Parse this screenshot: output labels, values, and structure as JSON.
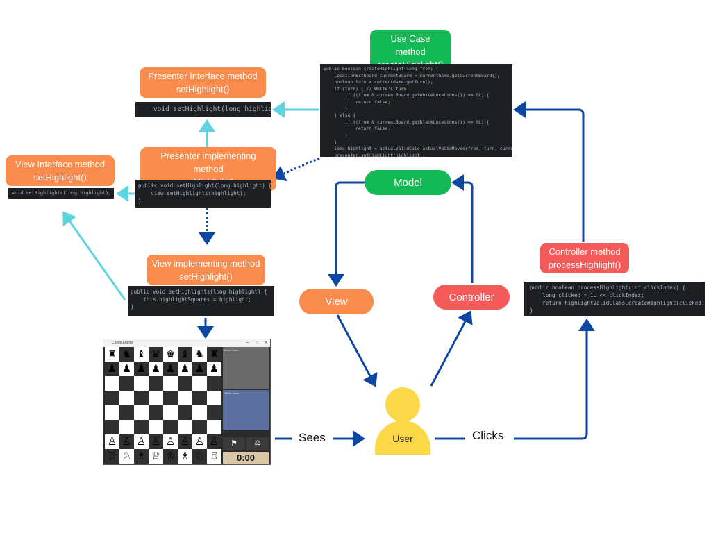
{
  "labels": {
    "use_case": [
      "Use Case method",
      "createHighlight()"
    ],
    "presenter_interface": [
      "Presenter Interface method",
      "setHighlight()"
    ],
    "presenter_impl": [
      "Presenter implementing method",
      "setHighlight()"
    ],
    "view_interface": [
      "View Interface method",
      "setHighlight()"
    ],
    "view_impl": [
      "View implementing method",
      "setHighlight()"
    ],
    "controller_method": [
      "Controller method",
      "processHighlight()"
    ]
  },
  "nodes": {
    "model": "Model",
    "view": "View",
    "controller": "Controller",
    "user": "User"
  },
  "edges": {
    "sees": "Sees",
    "clicks": "Clicks"
  },
  "code": {
    "use_case": "public boolean createHighlight(long from) {\n    LocationBitboard currentBoard = currentGame.getCurrentBoard();\n    boolean turn = currentGame.getTurn();\n    if (turn) { // White's turn\n        if ((from & currentBoard.getWhiteLocations()) == 0L) {\n            return false;\n        }\n    } else {\n        if ((from & currentBoard.getBlackLocations()) == 0L) {\n            return false;\n        }\n    }\n    long highlight = actualValidCalc.actualValidMoves(from, turn, currentBoard);\n    presenter.setHighlight(highlight);",
    "presenter_interface": "    void setHighlight(long highlight);",
    "presenter_impl": "public void setHighlight(long highlight) {\n    view.setHighlights(highlight);\n}",
    "view_interface": "void setHighlights(long highlight);",
    "view_impl": "public void setHighlights(long highlight) {\n    this.highlightSquares = highlight;\n}",
    "controller": "public boolean processHighlight(int clickIndex) {\n    long clicked = 1L << clickIndex;\n    return highlightValidClass.createHighlight(clicked);\n}"
  },
  "chess_window": {
    "title": "Chess Engine",
    "black_team": "Black Team",
    "white_team": "White Team",
    "timer": "0:00",
    "controls": [
      "—",
      "□",
      "✕"
    ]
  },
  "colors": {
    "orange": "#f98b4d",
    "green": "#12b954",
    "red": "#f45a5a",
    "yellow": "#fbd848",
    "dark_blue_arrow": "#0d47a1",
    "light_blue_arrow": "#5fd3e0"
  }
}
